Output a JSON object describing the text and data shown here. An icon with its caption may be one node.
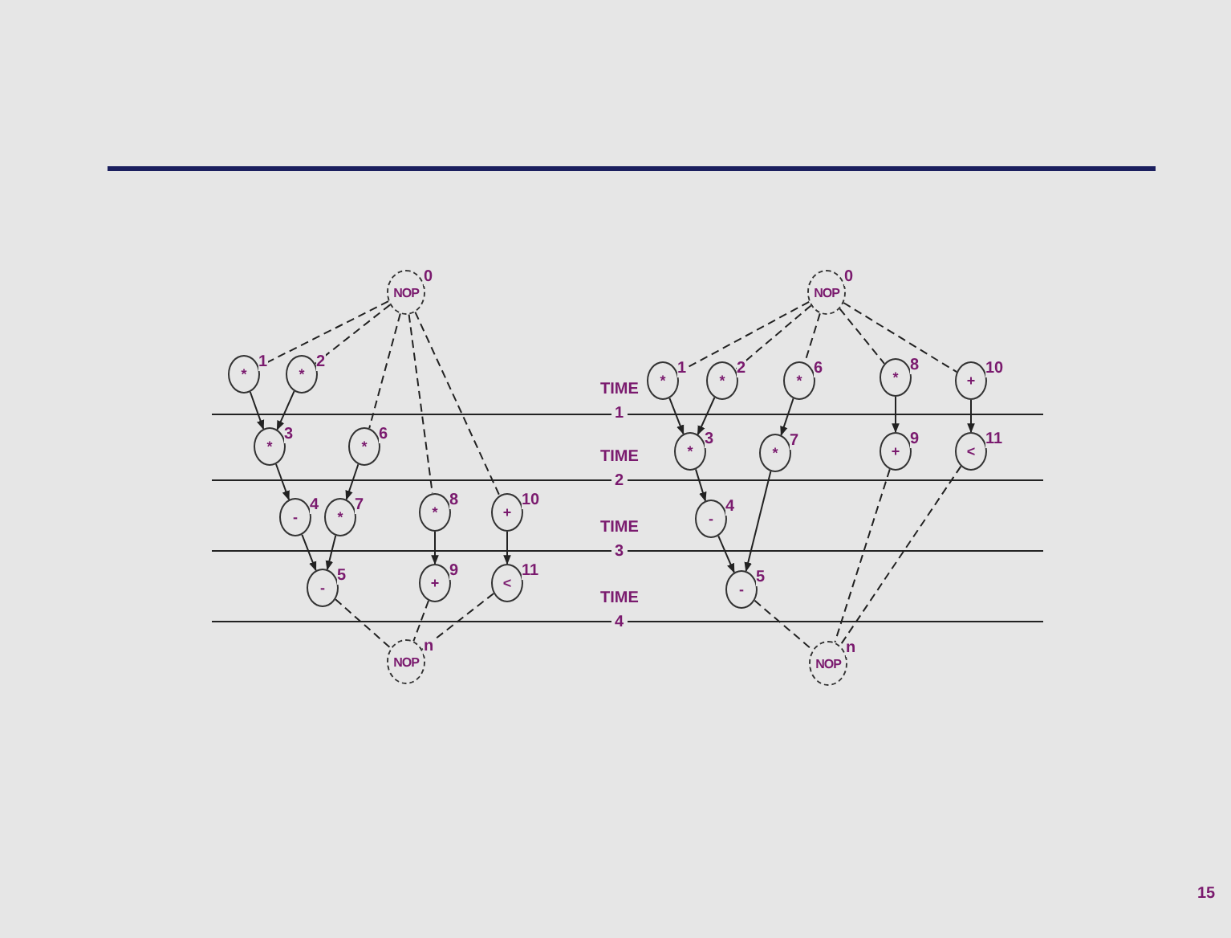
{
  "diagram": {
    "nodes": [
      {
        "text": [
          "NOP"
        ],
        "beside": [
          "0"
        ]
      },
      {
        "text": [
          "*"
        ],
        "beside": [
          "1"
        ]
      },
      {
        "text": [
          "*"
        ],
        "beside": [
          "2"
        ]
      },
      {
        "text": [
          "*"
        ],
        "beside": [
          "3"
        ]
      },
      {
        "text": [
          "-"
        ],
        "beside": [
          "4"
        ]
      },
      {
        "text": [
          "-"
        ],
        "beside": [
          "5"
        ]
      },
      {
        "text": [
          "*"
        ],
        "beside": [
          "6"
        ]
      },
      {
        "text": [
          "*"
        ],
        "beside": [
          "7"
        ]
      },
      {
        "text": [
          "*"
        ],
        "beside": [
          "8"
        ]
      },
      {
        "text": [
          "+"
        ],
        "beside": [
          "9"
        ]
      },
      {
        "text": [
          "+"
        ],
        "beside": [
          "10"
        ]
      },
      {
        "text": [
          "<"
        ],
        "beside": [
          "11"
        ]
      },
      {
        "text": [
          "NOP"
        ],
        "beside": [
          "n"
        ]
      },
      {
        "text": [
          "NOP"
        ],
        "beside": [
          "0"
        ]
      },
      {
        "text": [
          "*"
        ],
        "beside": [
          "1"
        ]
      },
      {
        "text": [
          "*"
        ],
        "beside": [
          "2"
        ]
      },
      {
        "text": [
          "*"
        ],
        "beside": [
          "3"
        ]
      },
      {
        "text": [
          "-"
        ],
        "beside": [
          "4"
        ]
      },
      {
        "text": [
          "-"
        ],
        "beside": [
          "5"
        ]
      },
      {
        "text": [
          "*"
        ],
        "beside": [
          "6"
        ]
      },
      {
        "text": [
          "*"
        ],
        "beside": [
          "7"
        ]
      },
      {
        "text": [
          "*"
        ],
        "beside": [
          "8"
        ]
      },
      {
        "text": [
          "+"
        ],
        "beside": [
          "9"
        ]
      },
      {
        "text": [
          "+"
        ],
        "beside": [
          "10"
        ]
      },
      {
        "text": [
          "<"
        ],
        "beside": [
          "11"
        ]
      },
      {
        "text": [
          "NOP"
        ],
        "beside": [
          "n"
        ]
      }
    ],
    "edges": [
      {
        "from": 0,
        "to": 1,
        "arrow": "none",
        "style": "dashed"
      },
      {
        "from": 0,
        "to": 2,
        "arrow": "none",
        "style": "dashed"
      },
      {
        "from": 0,
        "to": 6,
        "arrow": "none",
        "style": "dashed"
      },
      {
        "from": 0,
        "to": 8,
        "arrow": "none",
        "style": "dashed"
      },
      {
        "from": 0,
        "to": 10,
        "arrow": "none",
        "style": "dashed"
      },
      {
        "from": 1,
        "to": 3,
        "arrow": "to"
      },
      {
        "from": 2,
        "to": 3,
        "arrow": "to"
      },
      {
        "from": 3,
        "to": 4,
        "arrow": "to"
      },
      {
        "from": 6,
        "to": 7,
        "arrow": "to"
      },
      {
        "from": 4,
        "to": 5,
        "arrow": "to"
      },
      {
        "from": 7,
        "to": 5,
        "arrow": "to"
      },
      {
        "from": 8,
        "to": 9,
        "arrow": "to"
      },
      {
        "from": 10,
        "to": 11,
        "arrow": "to"
      },
      {
        "from": 5,
        "to": 12,
        "arrow": "none",
        "style": "dashed"
      },
      {
        "from": 9,
        "to": 12,
        "arrow": "none",
        "style": "dashed"
      },
      {
        "from": 11,
        "to": 12,
        "arrow": "none",
        "style": "dashed"
      },
      {
        "from": 13,
        "to": 14,
        "arrow": "none",
        "style": "dashed"
      },
      {
        "from": 13,
        "to": 15,
        "arrow": "none",
        "style": "dashed"
      },
      {
        "from": 13,
        "to": 19,
        "arrow": "none",
        "style": "dashed"
      },
      {
        "from": 13,
        "to": 21,
        "arrow": "none",
        "style": "dashed"
      },
      {
        "from": 13,
        "to": 23,
        "arrow": "none",
        "style": "dashed"
      },
      {
        "from": 14,
        "to": 16,
        "arrow": "to"
      },
      {
        "from": 15,
        "to": 16,
        "arrow": "to"
      },
      {
        "from": 16,
        "to": 17,
        "arrow": "to"
      },
      {
        "from": 19,
        "to": 20,
        "arrow": "to"
      },
      {
        "from": 17,
        "to": 18,
        "arrow": "to"
      },
      {
        "from": 20,
        "to": 18,
        "arrow": "to"
      },
      {
        "from": 21,
        "to": 22,
        "arrow": "to"
      },
      {
        "from": 23,
        "to": 24,
        "arrow": "to"
      },
      {
        "from": 18,
        "to": 25,
        "arrow": "none",
        "style": "dashed"
      },
      {
        "from": 22,
        "to": 25,
        "arrow": "none",
        "style": "dashed"
      },
      {
        "from": 24,
        "to": 25,
        "arrow": "none",
        "style": "dashed"
      }
    ],
    "labels": [
      "TIME",
      "1",
      "TIME",
      "2",
      "TIME",
      "3",
      "TIME",
      "4",
      "15"
    ]
  }
}
